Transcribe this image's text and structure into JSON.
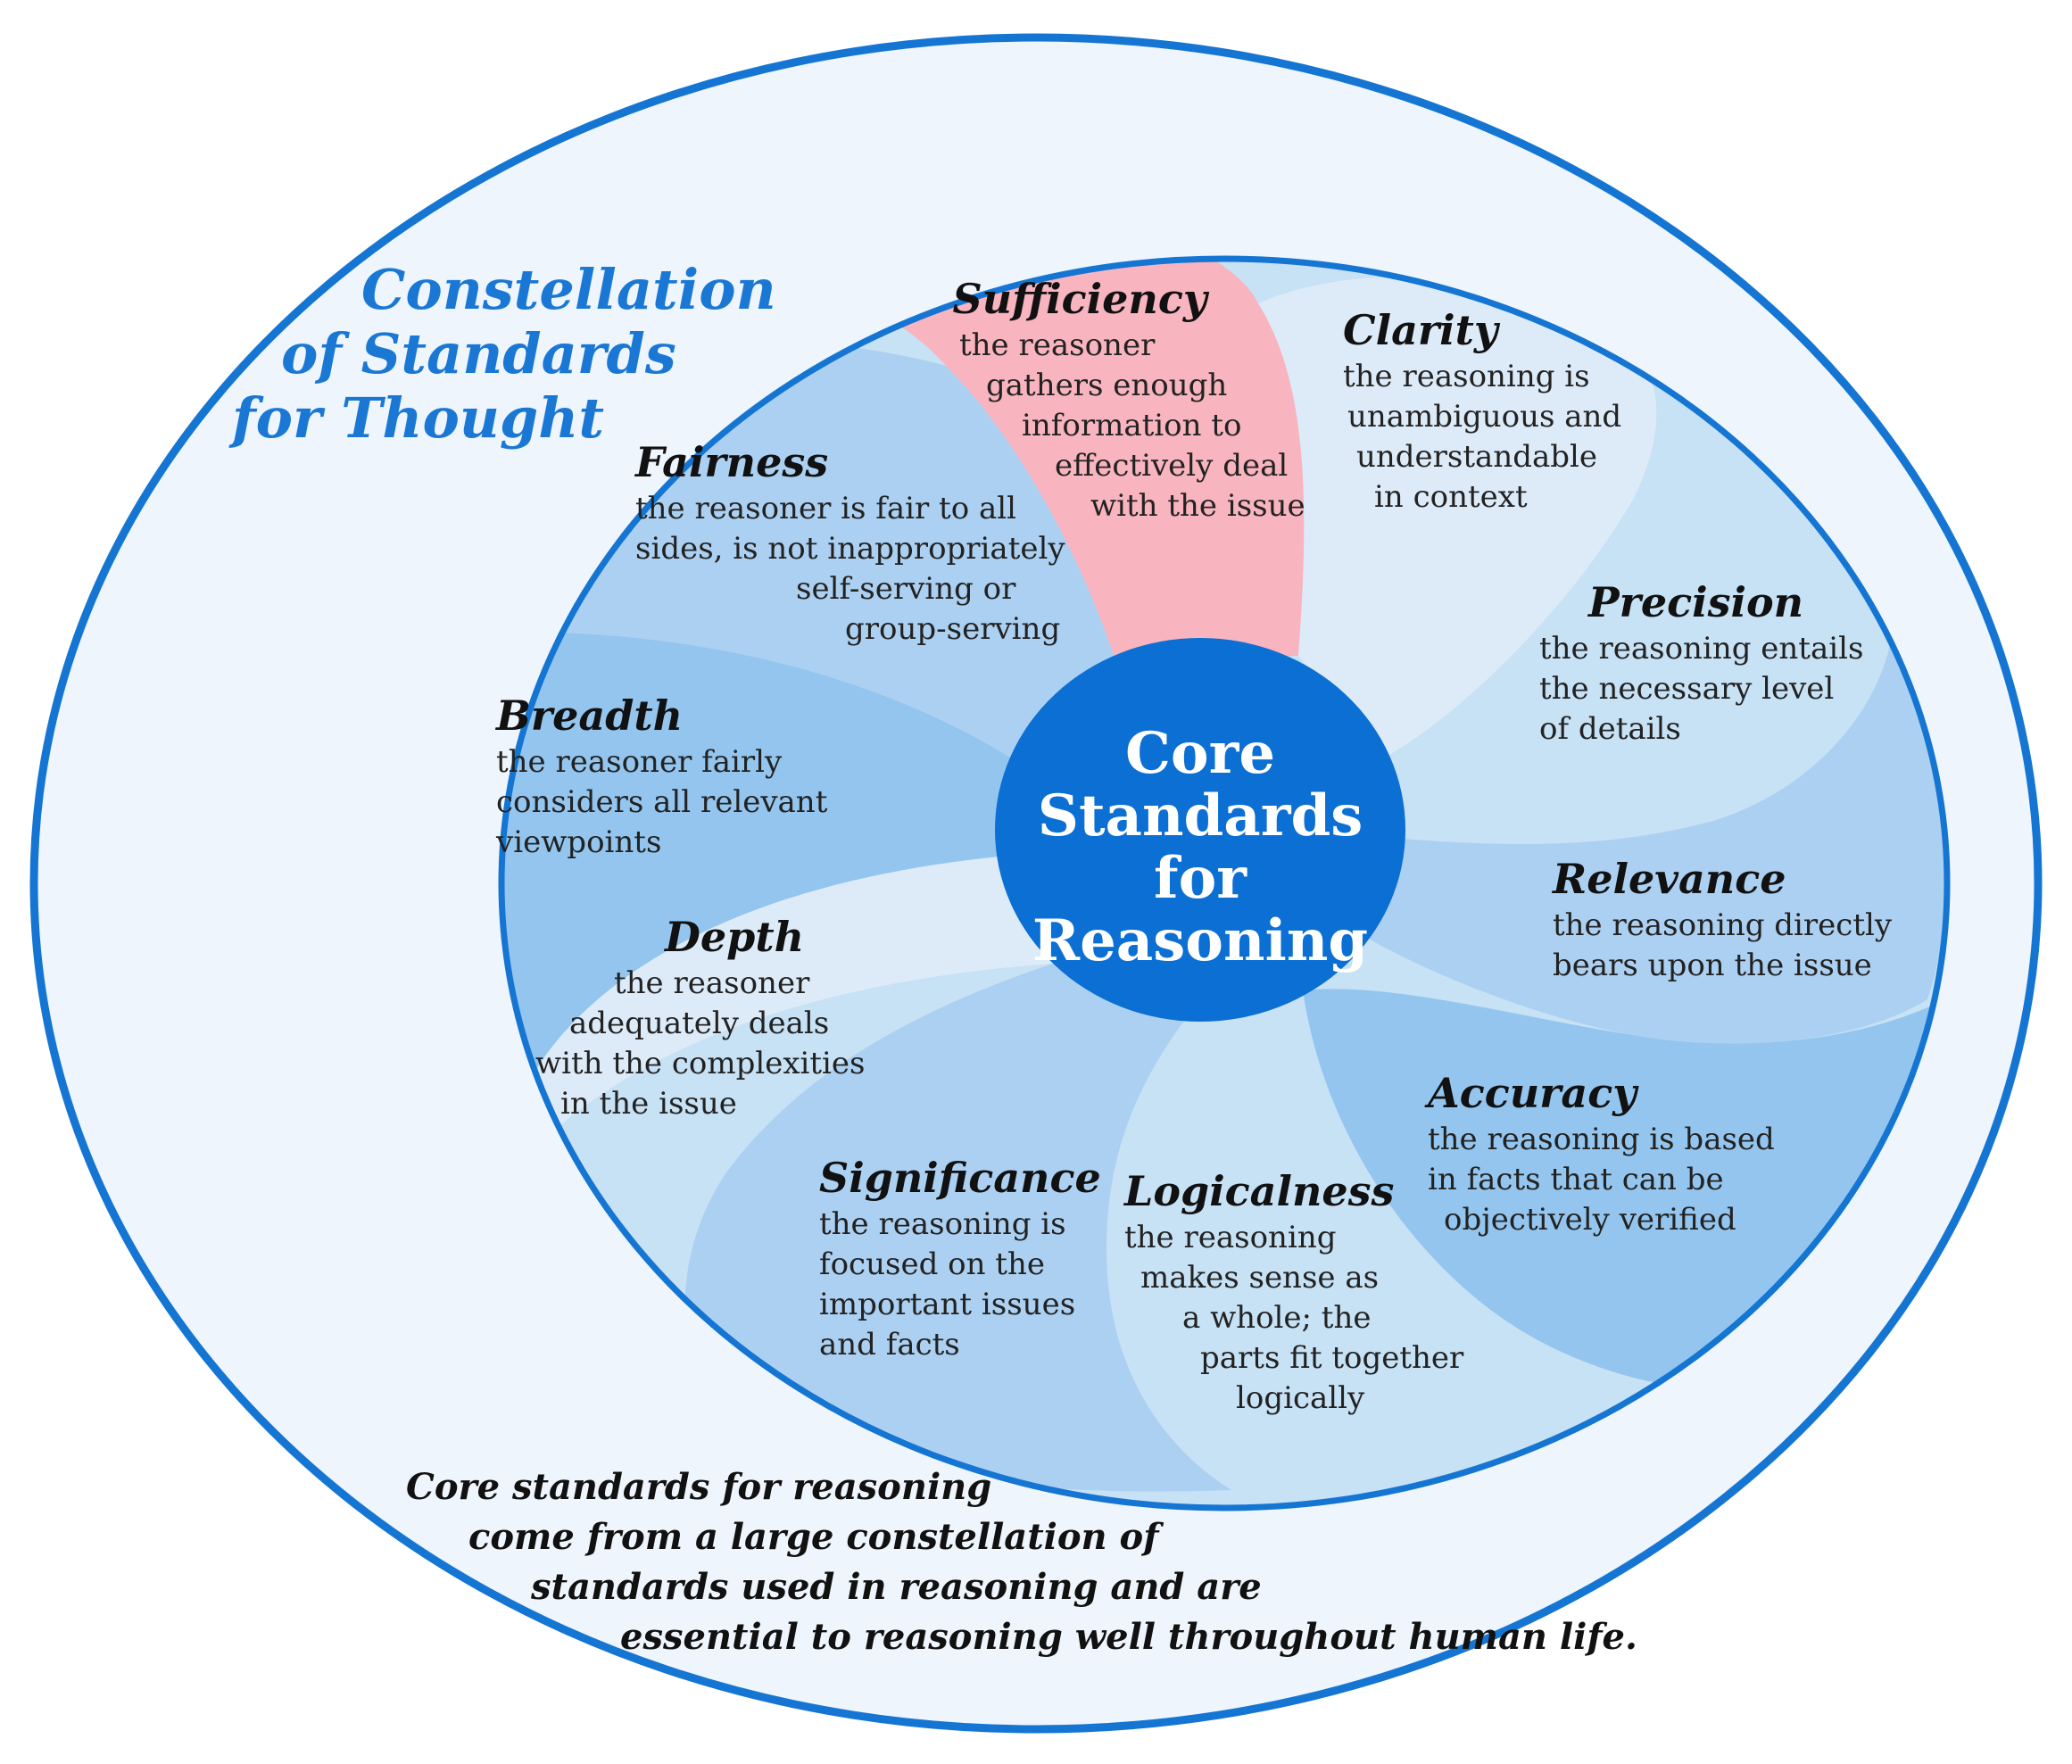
{
  "title": {
    "lines": [
      "Constellation",
      "of Standards",
      "for Thought"
    ]
  },
  "center": {
    "lines": [
      "Core",
      "Standards",
      "for",
      "Reasoning"
    ]
  },
  "standards": [
    {
      "name": "Sufficiency",
      "lines": [
        "the reasoner",
        "gathers enough",
        "information to",
        "effectively deal",
        "with the issue"
      ]
    },
    {
      "name": "Clarity",
      "lines": [
        "the reasoning is",
        "unambiguous and",
        "understandable",
        "in context"
      ]
    },
    {
      "name": "Precision",
      "lines": [
        "the reasoning entails",
        "the necessary level",
        "of details"
      ]
    },
    {
      "name": "Relevance",
      "lines": [
        "the reasoning directly",
        "bears upon the issue"
      ]
    },
    {
      "name": "Accuracy",
      "lines": [
        "the reasoning is based",
        "in facts that can be",
        "objectively verified"
      ]
    },
    {
      "name": "Logicalness",
      "lines": [
        "the reasoning",
        "makes sense as",
        "a whole; the",
        "parts fit together",
        "logically"
      ]
    },
    {
      "name": "Significance",
      "lines": [
        "the reasoning is",
        "focused on the",
        "important issues",
        "and facts"
      ]
    },
    {
      "name": "Depth",
      "lines": [
        "the reasoner",
        "adequately deals",
        "with the complexities",
        "in the issue"
      ]
    },
    {
      "name": "Breadth",
      "lines": [
        "the reasoner fairly",
        "considers all relevant",
        "viewpoints"
      ]
    },
    {
      "name": "Fairness",
      "lines": [
        "the reasoner is fair to all",
        "sides, is not inappropriately",
        "self-serving or",
        "group-serving"
      ]
    }
  ],
  "footer": {
    "lines": [
      "Core standards for reasoning",
      "come from a large constellation of",
      "standards used in reasoning and are",
      "essential to reasoning well throughout human life."
    ]
  },
  "colors": {
    "outer_stroke": "#1575d2",
    "outer_fill": "#eef5fc",
    "center_fill": "#0b6fd3",
    "title_text": "#1a78d4",
    "highlight_petal": "#f8b4bf",
    "petal_light": "#ddebf9",
    "petal_mid": "#c7e1f5",
    "petal_blue": "#acd0f1",
    "petal_dark": "#93c5ee"
  }
}
